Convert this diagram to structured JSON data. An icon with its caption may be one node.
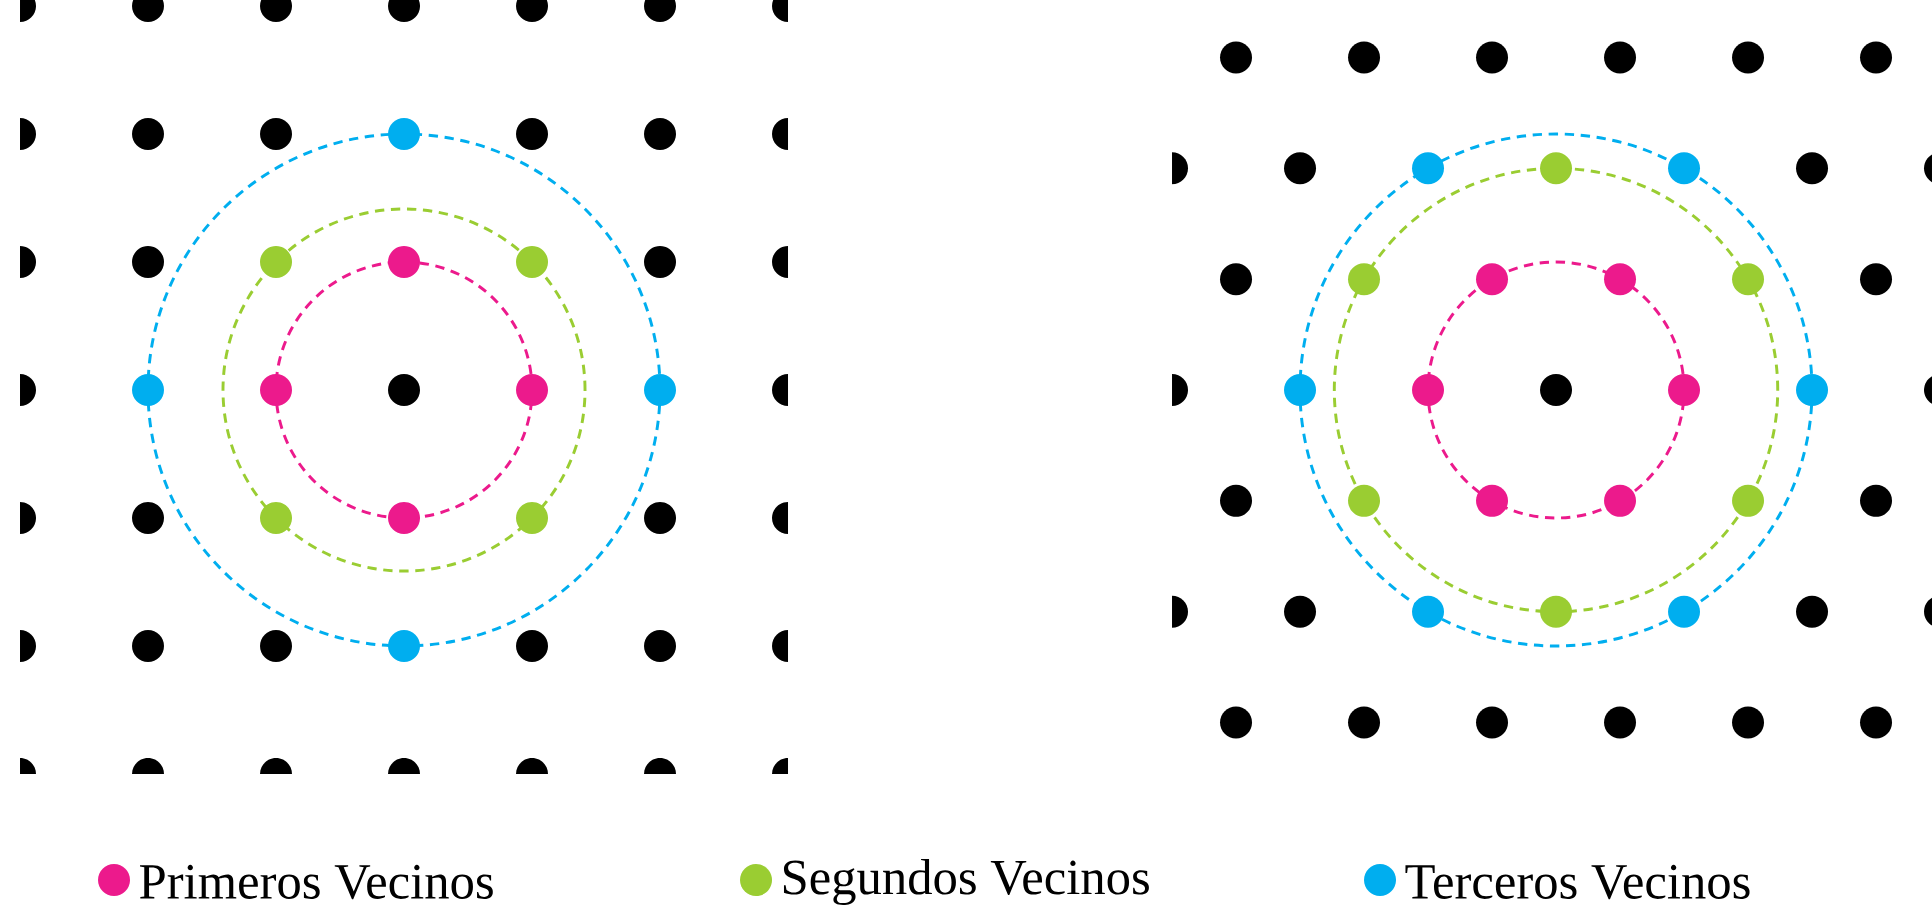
{
  "diagram": {
    "legend": [
      {
        "text": "Primeros Vecinos",
        "color": "#ec1a8c"
      },
      {
        "text": "Segundos Vecinos",
        "color": "#9acd32"
      },
      {
        "text": "Terceros Vecinos",
        "color": "#00aeef"
      }
    ]
  }
}
